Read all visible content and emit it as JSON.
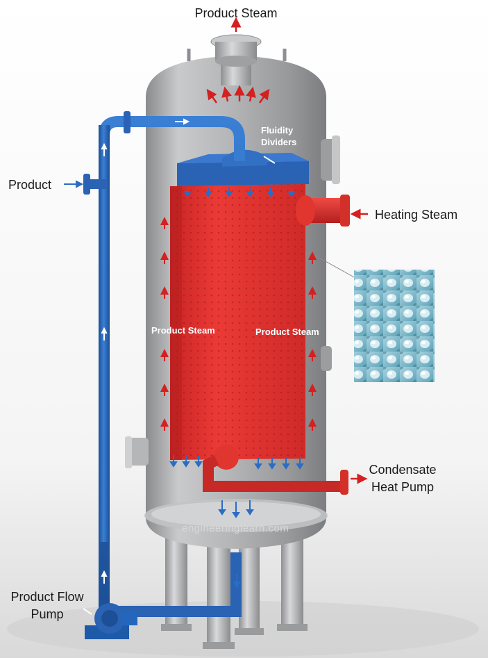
{
  "labels": {
    "product_steam_top": "Product Steam",
    "product": "Product",
    "fluidity_line1": "Fluidity",
    "fluidity_line2": "Dividers",
    "heating_steam": "Heating Steam",
    "product_steam_left": "Product Steam",
    "product_steam_right": "Product Steam",
    "condensate_line1": "Condensate",
    "condensate_line2": "Heat Pump",
    "pump_line1": "Product Flow",
    "pump_line2": "Pump",
    "watermark": "engineeringlearn.com"
  },
  "colors": {
    "steam_red": "#e03030",
    "arrow_red": "#d42020",
    "product_blue": "#2b6cc4",
    "pipe_blue": "#1f5aa8",
    "vessel_gray": "#a9aaac"
  }
}
